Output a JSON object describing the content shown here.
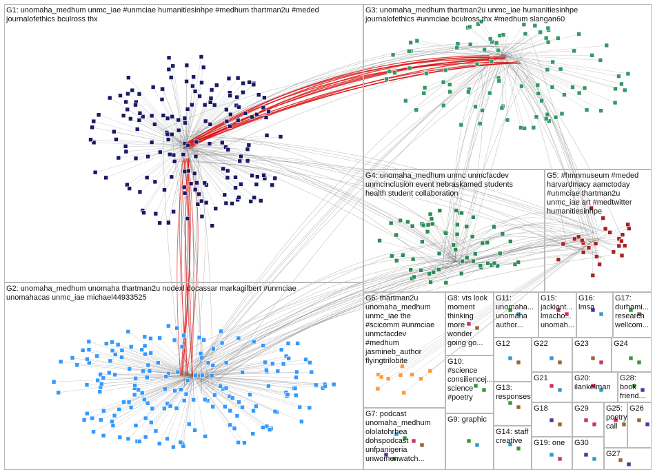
{
  "app": {
    "title": "NodeXL network graph"
  },
  "colors": {
    "G1": "#1a1a66",
    "G2": "#3399ff",
    "G3": "#339966",
    "G4": "#2e8b57",
    "G5": "#aa2222",
    "G6": "#ff9933",
    "edge": "#777777",
    "hub_edge": "#dd1111"
  },
  "groups": [
    {
      "id": "G1",
      "label": "G1: unomaha_medhum unmc_iae #unmciae humanitiesinhpe #medhum thartman2u #meded\njournalofethics bculross thx"
    },
    {
      "id": "G2",
      "label": "G2: unomaha_medhum unomaha thartman2u nodexl docassar markagilbert #unmciae\nunomahacas unmc_iae michael44933525"
    },
    {
      "id": "G3",
      "label": "G3: unomaha_medhum thartman2u unmc_iae humanitiesinhpe\njournalofethics #unmciae bculross thx #medhum slangan60"
    },
    {
      "id": "G4",
      "label": "G4: unomaha_medhum unmc unmcfacdev\nunmcinclusion event nebraskamed students\nhealth student collaboration"
    },
    {
      "id": "G5",
      "label": "G5: #hmnmuseum #meded\nharvardmacy aamctoday\n#unmciae thartman2u\nunmc_iae art #medtwitter\nhumanitiesinhpe"
    },
    {
      "id": "G6",
      "label": "G6: thartman2u\nunomaha_medhum\nunmc_iae the\n#scicomm #unmciae\nunmcfacdev\n#medhum\njasmineb_author\nflyingtrilobite"
    },
    {
      "id": "G7",
      "label": "G7: podcast\nunomaha_medhum\nololatohrhea\ndohspodcast\nunfpanigeria\nunwomenwatch..."
    },
    {
      "id": "G8",
      "label": "G8: vts look\nmoment\nthinking\nmore\nwonder\ngoing go..."
    },
    {
      "id": "G9",
      "label": "G9: graphic"
    },
    {
      "id": "G10",
      "label": "G10:\n#science\nconsiliencej...\nscience\n#poetry"
    },
    {
      "id": "G11",
      "label": "G11:\nunomaha...\nunomaha\nauthor..."
    },
    {
      "id": "G12",
      "label": "G12"
    },
    {
      "id": "G13",
      "label": "G13:\nresponses"
    },
    {
      "id": "G14",
      "label": "G14: staff\ncreative"
    },
    {
      "id": "G15",
      "label": "G15:\njackiant...\nlmacho...\nunomah..."
    },
    {
      "id": "G16",
      "label": "G16:\nlmsa"
    },
    {
      "id": "G17",
      "label": "G17:\ndurhami...\nresearch\nwellcom..."
    },
    {
      "id": "G18",
      "label": "G18"
    },
    {
      "id": "G19",
      "label": "G19: one"
    },
    {
      "id": "G20",
      "label": "G20:\nilankelman"
    },
    {
      "id": "G21",
      "label": "G21"
    },
    {
      "id": "G22",
      "label": "G22"
    },
    {
      "id": "G23",
      "label": "G23"
    },
    {
      "id": "G24",
      "label": "G24"
    },
    {
      "id": "G25",
      "label": "G25:\npoetry\ncall"
    },
    {
      "id": "G26",
      "label": "G26"
    },
    {
      "id": "G27",
      "label": "G27"
    },
    {
      "id": "G28",
      "label": "G28:\nbook\nfriend..."
    },
    {
      "id": "G29",
      "label": "G29"
    },
    {
      "id": "G30",
      "label": "G30"
    }
  ]
}
